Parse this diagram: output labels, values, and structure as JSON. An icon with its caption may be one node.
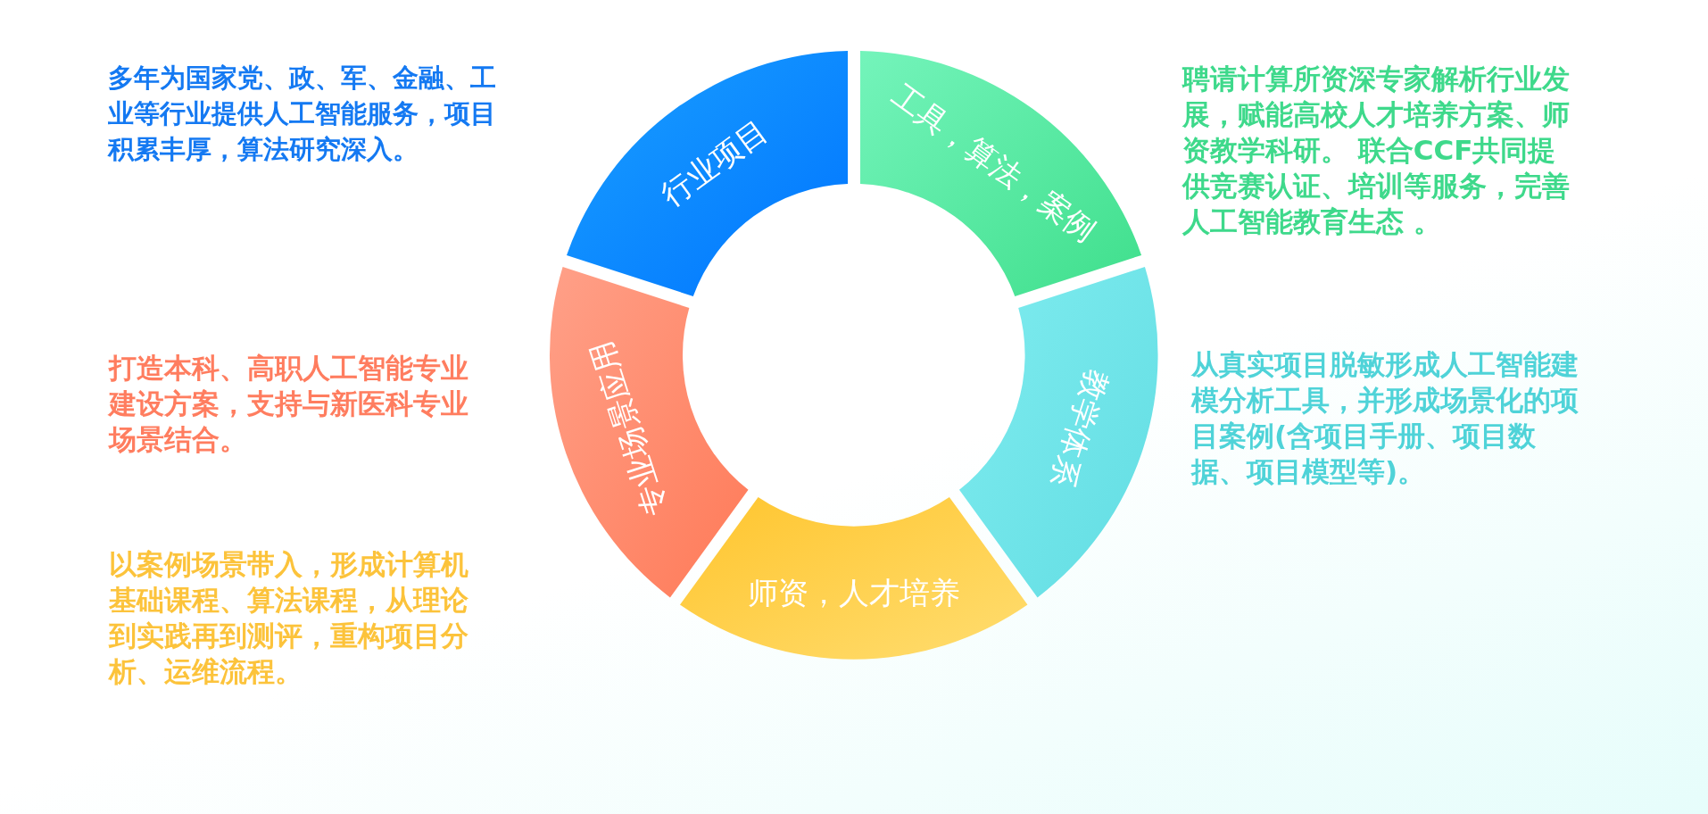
{
  "diagram": {
    "nodes": [
      {
        "text": [
          "行业项目"
        ],
        "beside": [
          "多年为国家党、政、军、金融、工业等行业提供人工智能服务，项目积累丰厚，算法研究深入。"
        ]
      },
      {
        "text": [
          "工具，算法，案例"
        ],
        "beside": [
          "聘请计算所资深专家解析行业发展，赋能高校人才培养方案、师资教学科研。 联合CCF共同提供竞赛认证、培训等服务，完善人工智能教育生态 。"
        ]
      },
      {
        "text": [
          "教学体系"
        ],
        "beside": [
          "从真实项目脱敏形成人工智能建模分析工具，并形成场景化的项目案例(含项目手册、项目数据、项目模型等)。"
        ]
      },
      {
        "text": [
          "师资，人才培养"
        ]
      },
      {
        "text": [
          "专业场景应用"
        ],
        "beside": [
          "打造本科、高职人工智能专业建设方案，支持与新医科专业场景结合。"
        ]
      }
    ],
    "labels": [
      "以案例场景带入，形成计算机基础课程、算法课程，从理论到实践再到测评，重构项目分析、运维流程。"
    ]
  }
}
